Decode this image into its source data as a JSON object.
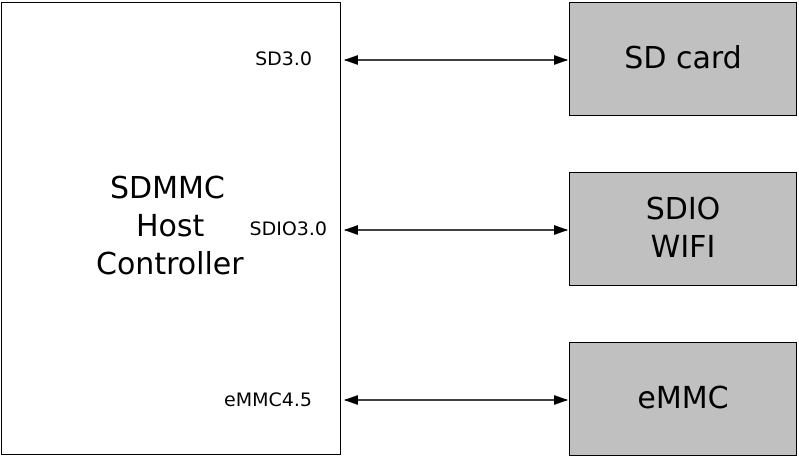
{
  "host": {
    "title_lines": [
      "SDMMC",
      "Host",
      "Controller"
    ]
  },
  "ports": [
    {
      "label": "SD3.0"
    },
    {
      "label": "SDIO3.0"
    },
    {
      "label": "eMMC4.5"
    }
  ],
  "devices": [
    {
      "lines": [
        "SD card"
      ]
    },
    {
      "lines": [
        "SDIO",
        "WIFI"
      ]
    },
    {
      "lines": [
        "eMMC"
      ]
    }
  ],
  "colors": {
    "device_fill": "#c0c0c0",
    "line": "#000000"
  }
}
